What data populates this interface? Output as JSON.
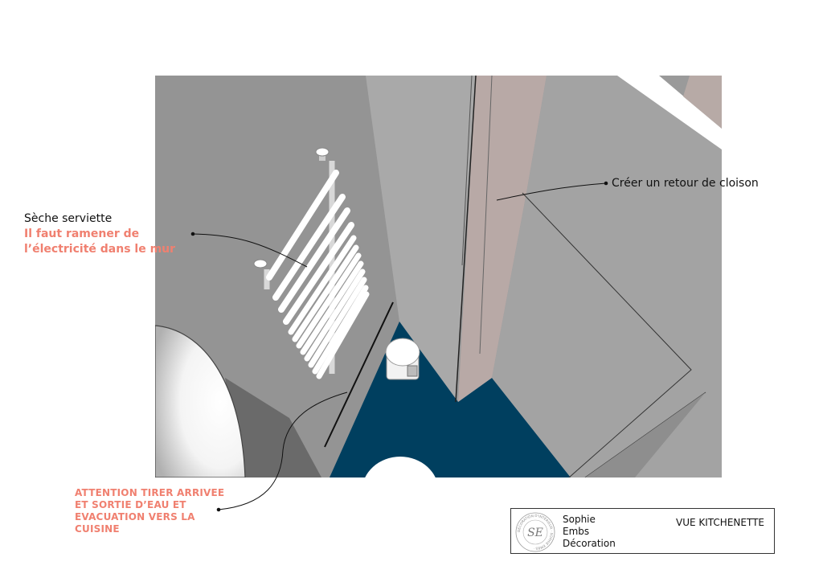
{
  "annotations": {
    "towel_rail_title": "Sèche serviette",
    "towel_rail_note": "Il faut ramener de l’électricité dans le mur",
    "partition_note": "Créer un retour de cloison",
    "water_warning": "ATTENTION TIRER ARRIVEE ET SORTIE D’EAU ET EVACUATION VERS LA CUISINE"
  },
  "title_block": {
    "company_line1": "Sophie",
    "company_line2": "Embs",
    "company_line3": "Décoration",
    "view_title": "VUE KITCHENETTE",
    "logo_monogram": "SE",
    "logo_ring_text": "DÉCORATION D'INTÉRIEUR · SOPHIE EMBS ·"
  },
  "colors": {
    "wall_left": "#949494",
    "wall_center": "#a9a9a9",
    "wall_right": "#a3a3a3",
    "partition_return": "#b8a9a6",
    "floor": "#003f5f",
    "annotation_red": "#f08070",
    "annotation_black": "#111111"
  }
}
